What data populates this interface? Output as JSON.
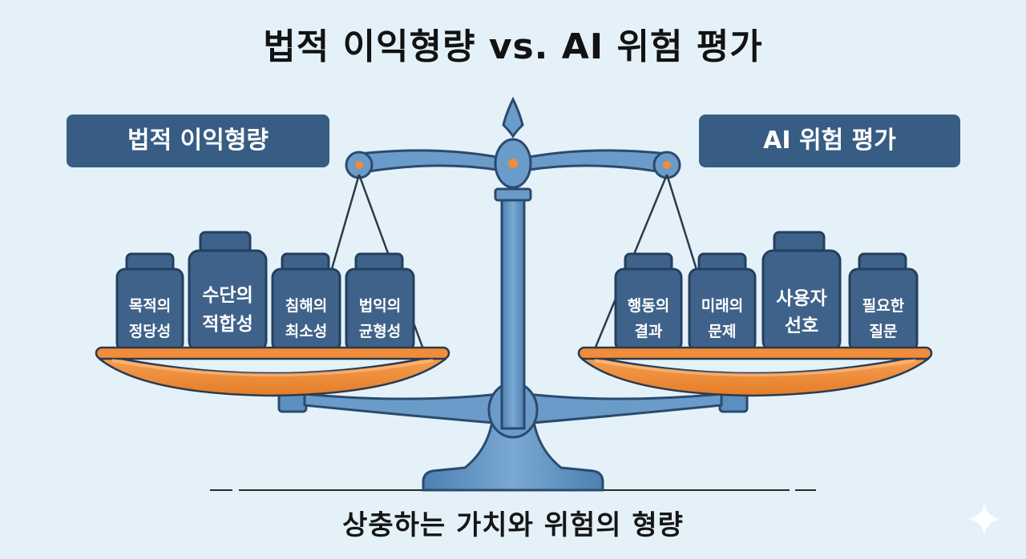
{
  "title": "법적 이익형량 vs. AI 위험 평가",
  "left_label": "법적 이익형량",
  "right_label": "AI 위험 평가",
  "subtitle": "상충하는 가치와 위험의 형량",
  "left_weights": [
    {
      "line1": "목적의",
      "line2": "정당성"
    },
    {
      "line1": "수단의",
      "line2": "적합성"
    },
    {
      "line1": "침해의",
      "line2": "최소성"
    },
    {
      "line1": "법익의",
      "line2": "균형성"
    }
  ],
  "right_weights": [
    {
      "line1": "행동의",
      "line2": "결과"
    },
    {
      "line1": "미래의",
      "line2": "문제"
    },
    {
      "line1": "사용자",
      "line2": "선호"
    },
    {
      "line1": "필요한",
      "line2": "질문"
    }
  ],
  "colors": {
    "background": "#e4f1f9",
    "label_bg": "#385d84",
    "scale_blue": "#5b8fbf",
    "scale_outline": "#2b4a6e",
    "pan_orange": "#f08c3a",
    "weight_fill": "#3f628a"
  }
}
